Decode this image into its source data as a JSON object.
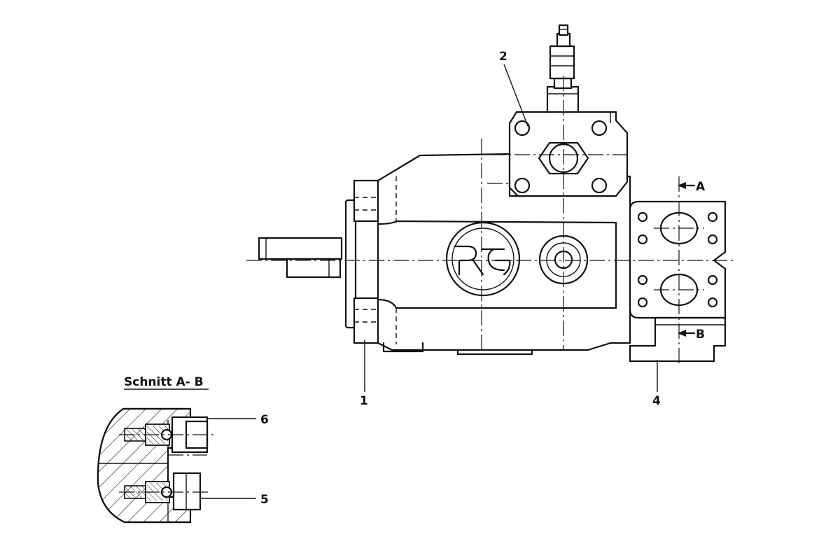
{
  "labels": {
    "item_1": "1",
    "item_2": "2",
    "item_4": "4",
    "item_5": "5",
    "item_6": "6",
    "section_a": "A",
    "section_b": "B"
  },
  "section_title": "Schnitt A- B",
  "colors": {
    "line": "#111111",
    "background": "#ffffff"
  }
}
